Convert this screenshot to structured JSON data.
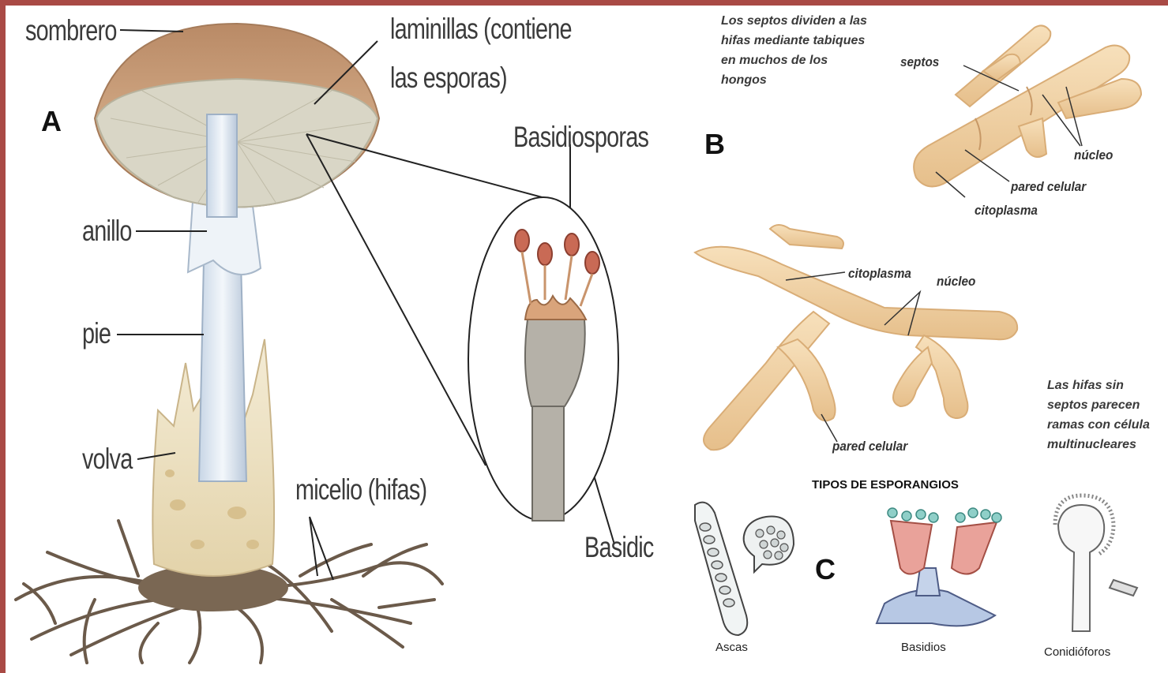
{
  "panel_a": {
    "letter": "A",
    "labels": {
      "sombrero": "sombrero",
      "laminillas_line1": "laminillas (contiene",
      "laminillas_line2": "las esporas)",
      "anillo": "anillo",
      "pie": "pie",
      "volva": "volva",
      "micelio": "micelio (hifas)",
      "basidiosporas": "Basidiosporas",
      "basidio": "Basidic"
    }
  },
  "panel_b": {
    "letter": "B",
    "note_top_lines": [
      "Los septos dividen a las",
      "hifas mediante tabiques",
      "en muchos de los",
      "hongos"
    ],
    "labels": {
      "septos": "septos",
      "nucleo_top": "núcleo",
      "pared_top": "pared celular",
      "citoplasma_top": "citoplasma",
      "citoplasma_bottom": "citoplasma",
      "nucleo_bottom": "núcleo",
      "pared_bottom": "pared celular"
    },
    "note_right_lines": [
      "Las hifas sin",
      "septos parecen",
      "ramas con célula",
      "multinucleares"
    ]
  },
  "panel_c": {
    "letter": "C",
    "title": "TIPOS DE ESPORANGIOS",
    "captions": {
      "ascas": "Ascas",
      "basidios": "Basidios",
      "conidioforos": "Conidióforos"
    }
  },
  "colors": {
    "frame": "#a94a45",
    "hypha": "#f1d3a4",
    "cap": "#cf9f76",
    "gills": "#d9d6c6",
    "stem": "#dfe8f2",
    "mycelium": "#6b5a4a",
    "spore": "#c96a55",
    "basidium_pink": "#e9a29a",
    "conidio_teal": "#8fcfc8"
  }
}
